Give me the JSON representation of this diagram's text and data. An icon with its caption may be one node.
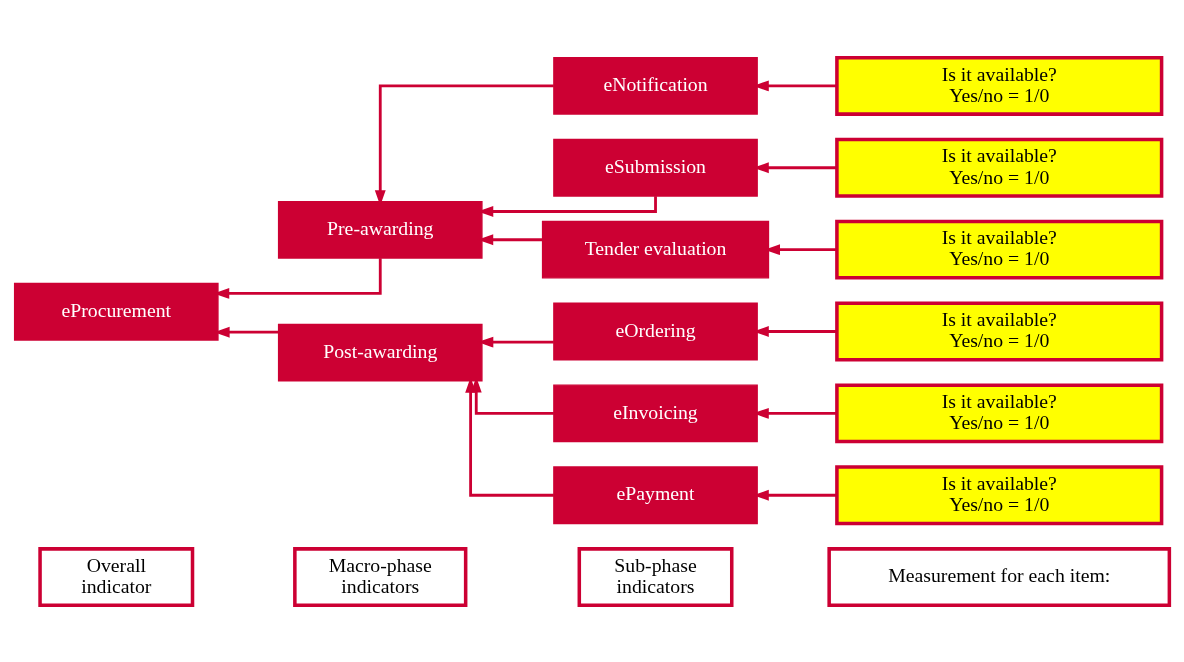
{
  "diagram": {
    "nodes": [
      {
        "text": [
          "Overall indicator"
        ]
      },
      {
        "text": [
          "Macro-phase indicators"
        ]
      },
      {
        "text": [
          "Sub-phase indicators"
        ]
      },
      {
        "text": [
          "Measurement for each item:"
        ]
      },
      {
        "text": [
          "eProcurement"
        ]
      },
      {
        "text": [
          "Pre-awarding"
        ]
      },
      {
        "text": [
          "Post-awarding"
        ]
      },
      {
        "text": [
          "eNotification"
        ]
      },
      {
        "text": [
          "eSubmission"
        ]
      },
      {
        "text": [
          "Tender evaluation"
        ]
      },
      {
        "text": [
          "eOrdering"
        ]
      },
      {
        "text": [
          "eInvoicing"
        ]
      },
      {
        "text": [
          "ePayment"
        ]
      },
      {
        "text": [
          "Is it available? Yes/no = 1/0"
        ]
      },
      {
        "text": [
          "Is it available? Yes/no = 1/0"
        ]
      },
      {
        "text": [
          "Is it available? Yes/no = 1/0"
        ]
      },
      {
        "text": [
          "Is it available? Yes/no = 1/0"
        ]
      },
      {
        "text": [
          "Is it available? Yes/no = 1/0"
        ]
      },
      {
        "text": [
          "Is it available? Yes/no = 1/0"
        ]
      }
    ],
    "edges": [
      {
        "from": 5,
        "to": 4,
        "arrow": "to"
      },
      {
        "from": 6,
        "to": 4,
        "arrow": "to"
      },
      {
        "from": 7,
        "to": 5,
        "arrow": "to"
      },
      {
        "from": 8,
        "to": 5,
        "arrow": "to"
      },
      {
        "from": 9,
        "to": 5,
        "arrow": "to"
      },
      {
        "from": 10,
        "to": 6,
        "arrow": "to"
      },
      {
        "from": 11,
        "to": 6,
        "arrow": "to"
      },
      {
        "from": 12,
        "to": 6,
        "arrow": "to"
      },
      {
        "from": 13,
        "to": 7,
        "arrow": "to"
      },
      {
        "from": 14,
        "to": 8,
        "arrow": "to"
      },
      {
        "from": 15,
        "to": 9,
        "arrow": "to"
      },
      {
        "from": 16,
        "to": 10,
        "arrow": "to"
      },
      {
        "from": 17,
        "to": 11,
        "arrow": "to"
      },
      {
        "from": 18,
        "to": 12,
        "arrow": "to"
      }
    ]
  }
}
